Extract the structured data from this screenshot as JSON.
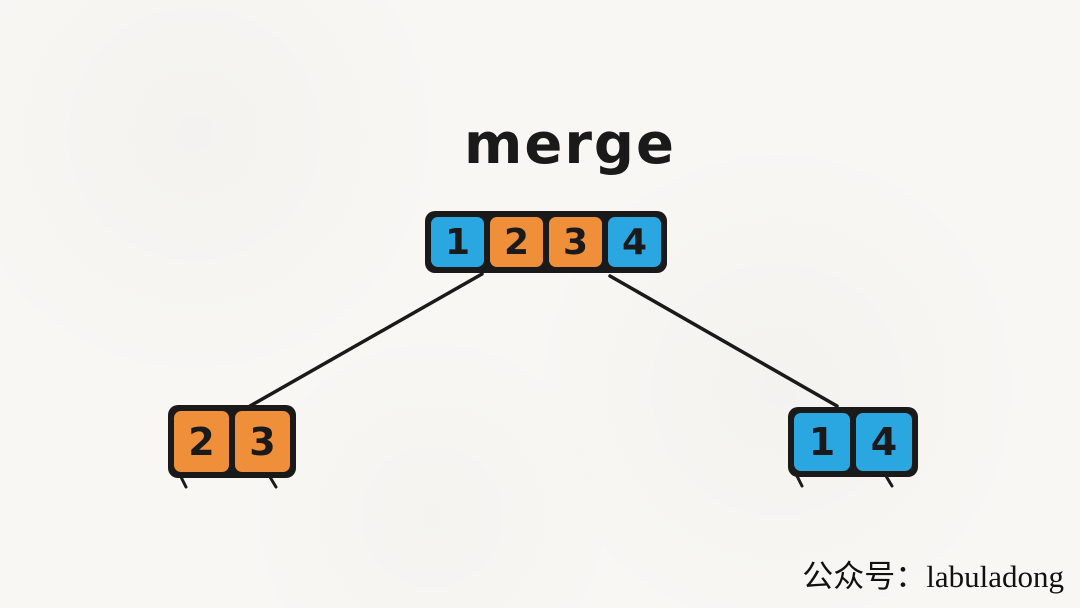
{
  "title": "merge",
  "colors": {
    "blue": "#2aa7e1",
    "orange": "#ef8f3a",
    "ink": "#1a1a1a",
    "background": "#f8f7f4"
  },
  "tree": {
    "root": {
      "name": "merged array",
      "cells": [
        {
          "value": "1",
          "color": "blue"
        },
        {
          "value": "2",
          "color": "orange"
        },
        {
          "value": "3",
          "color": "orange"
        },
        {
          "value": "4",
          "color": "blue"
        }
      ]
    },
    "left_child": {
      "name": "left sub-array",
      "cells": [
        {
          "value": "2",
          "color": "orange"
        },
        {
          "value": "3",
          "color": "orange"
        }
      ]
    },
    "right_child": {
      "name": "right sub-array",
      "cells": [
        {
          "value": "1",
          "color": "blue"
        },
        {
          "value": "4",
          "color": "blue"
        }
      ]
    }
  },
  "watermark": "公众号：labuladong"
}
